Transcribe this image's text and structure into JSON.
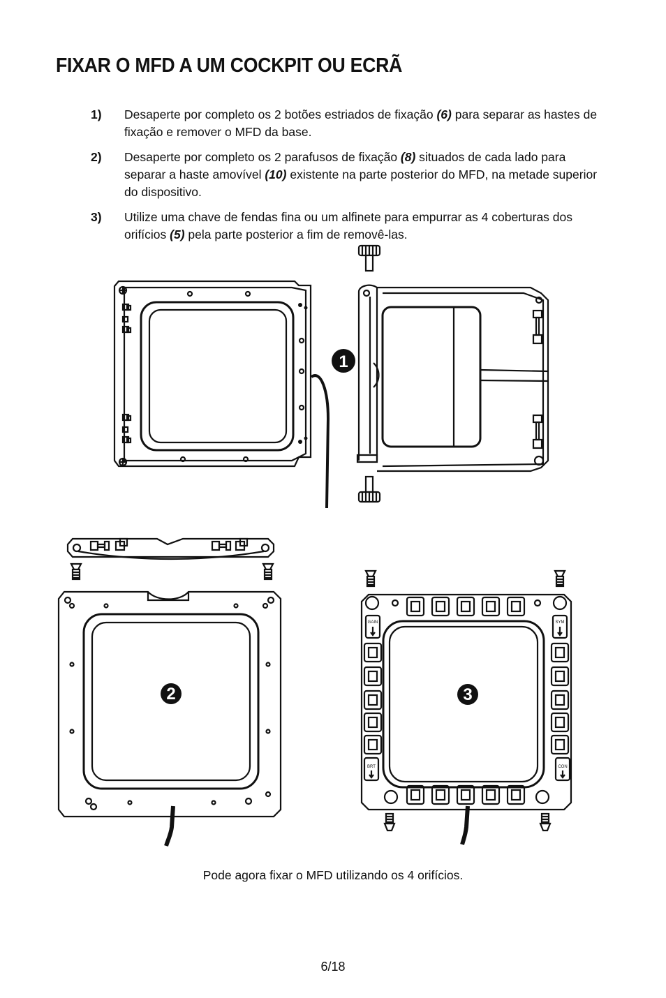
{
  "title": "FIXAR O MFD A UM COCKPIT OU ECRÃ",
  "steps": [
    {
      "num": "1)",
      "text_before": "Desaperte por completo os 2 botões estriados de fixação ",
      "ref": "(6)",
      "text_after": " para separar as hastes de fixação e remover o MFD da base."
    },
    {
      "num": "2)",
      "text_before": "Desaperte por completo os 2 parafusos de fixação ",
      "ref": "(8)",
      "text_mid": " situados de cada lado para separar a haste amovível ",
      "ref2": "(10)",
      "text_after": " existente na parte posterior do MFD, na metade superior do dispositivo."
    },
    {
      "num": "3)",
      "text_before": "Utilize uma chave de fendas fina ou um alfinete para empurrar as 4 coberturas dos orifícios ",
      "ref": "(5)",
      "text_after": " pela parte posterior a fim de removê-las."
    }
  ],
  "figure": {
    "badges": [
      "1",
      "2",
      "3"
    ],
    "button_labels": [
      "GAIN",
      "SYM",
      "BRT",
      "CON"
    ]
  },
  "caption": "Pode agora fixar o MFD utilizando os 4 orifícios.",
  "page_number": "6/18"
}
